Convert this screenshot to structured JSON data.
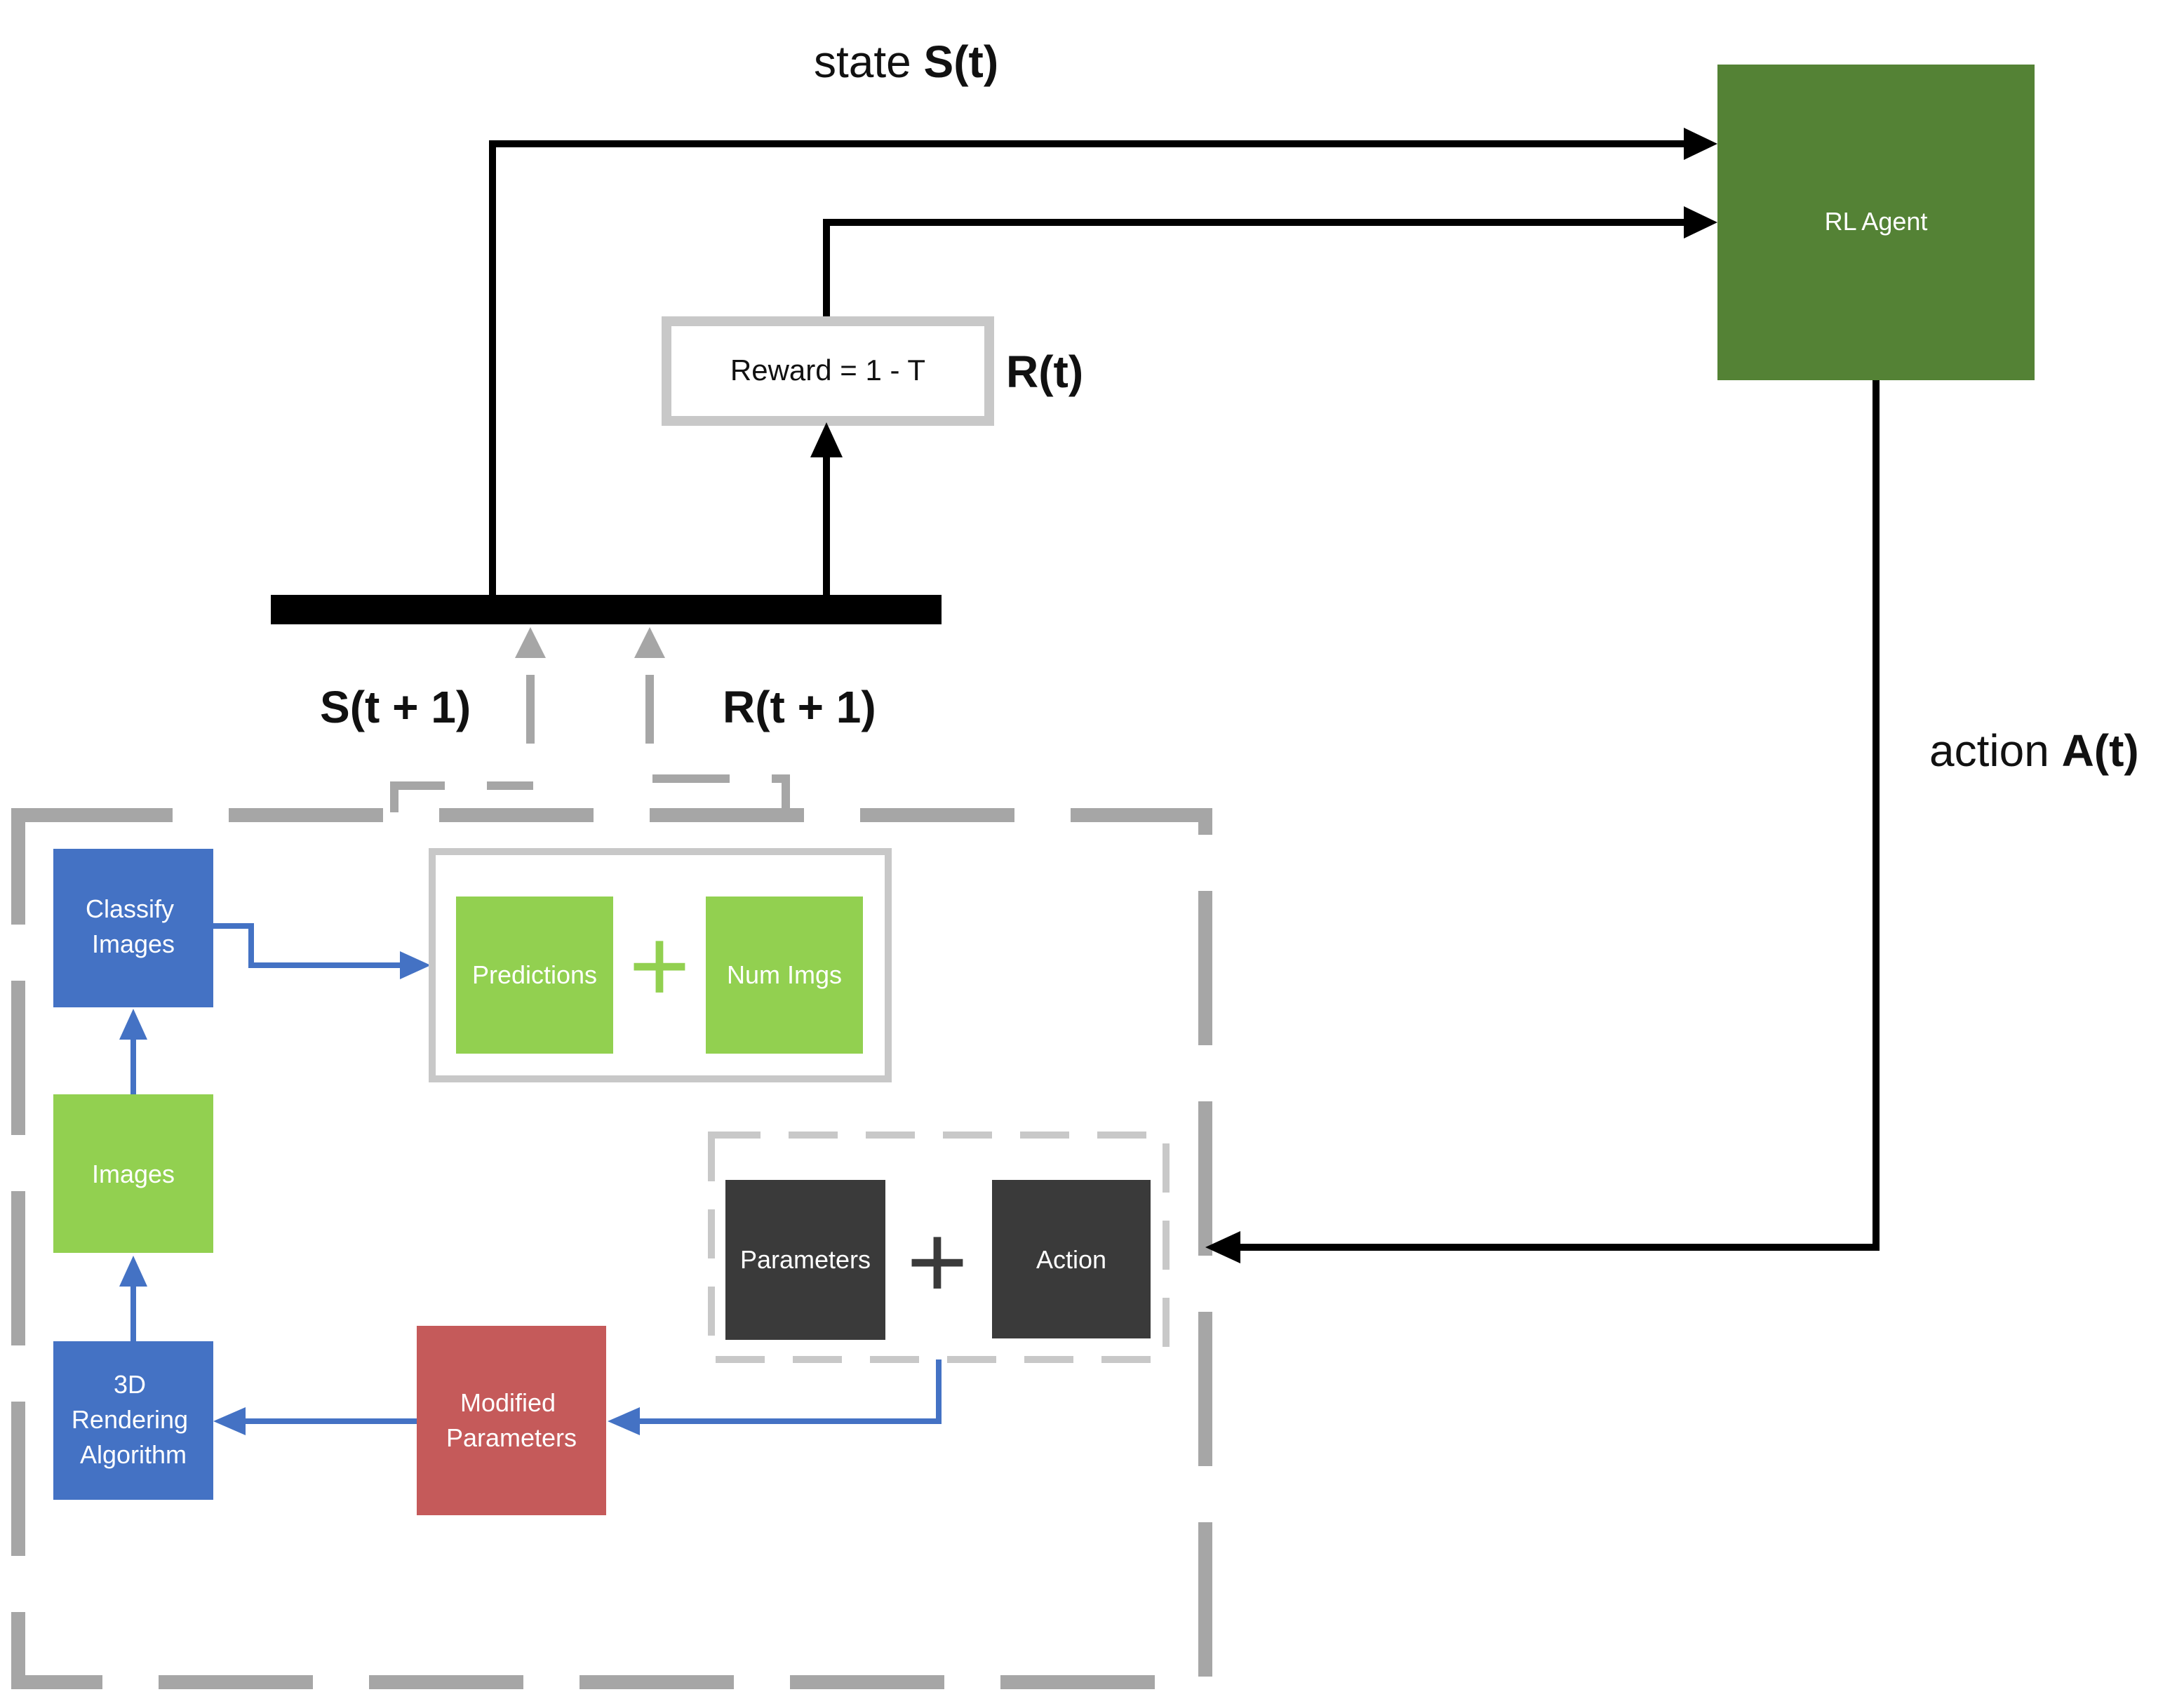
{
  "colors": {
    "agent_green": "#548235",
    "light_green": "#92d050",
    "blue": "#4472c4",
    "red": "#c55a5a",
    "dark": "#3a3a3a",
    "gray_border": "#c8c8c8",
    "dash_gray": "#a6a6a6",
    "black": "#000000"
  },
  "labels": {
    "state_word": "state ",
    "state_symbol": "S(t)",
    "reward_box": "Reward = 1 - T",
    "reward_symbol": "R(t)",
    "next_state": "S(t + 1)",
    "next_reward": "R(t + 1)",
    "action_word": "action ",
    "action_symbol": "A(t)"
  },
  "boxes": {
    "rl_agent": "RL Agent",
    "classify_line1": "Classify",
    "classify_line2": "Images",
    "predictions": "Predictions",
    "num_imgs": "Num Imgs",
    "images": "Images",
    "parameters": "Parameters",
    "action": "Action",
    "render_line1": "3D",
    "render_line2": "Rendering",
    "render_line3": "Algorithm",
    "modified_line1": "Modified",
    "modified_line2": "Parameters"
  },
  "symbols": {
    "plus": "+"
  }
}
